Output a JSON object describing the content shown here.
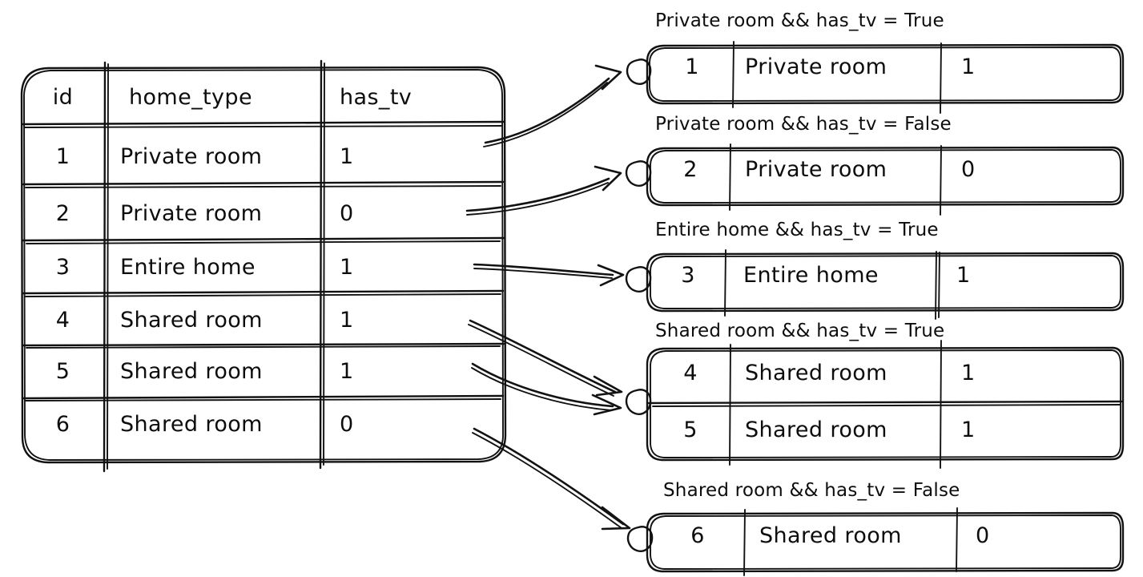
{
  "diagram": {
    "title_text": "",
    "background_color": "#ffffff",
    "ink_color": "#121212",
    "style": "hand-drawn-sketch"
  },
  "source_table": {
    "name": "source-table",
    "columns": [
      "id",
      "home_type",
      "has_tv"
    ],
    "rows": [
      {
        "id": "1",
        "home_type": "Private room",
        "has_tv": "1"
      },
      {
        "id": "2",
        "home_type": "Private room",
        "has_tv": "0"
      },
      {
        "id": "3",
        "home_type": "Entire home",
        "has_tv": "1"
      },
      {
        "id": "4",
        "home_type": "Shared room",
        "has_tv": "1"
      },
      {
        "id": "5",
        "home_type": "Shared room",
        "has_tv": "1"
      },
      {
        "id": "6",
        "home_type": "Shared room",
        "has_tv": "0"
      }
    ]
  },
  "groups": [
    {
      "label": "Private room && has_tv = True",
      "rows": [
        {
          "id": "1",
          "home_type": "Private room",
          "has_tv": "1"
        }
      ]
    },
    {
      "label": "Private room && has_tv = False",
      "rows": [
        {
          "id": "2",
          "home_type": "Private room",
          "has_tv": "0"
        }
      ]
    },
    {
      "label": "Entire home && has_tv = True",
      "rows": [
        {
          "id": "3",
          "home_type": "Entire home",
          "has_tv": "1"
        }
      ]
    },
    {
      "label": "Shared room && has_tv = True",
      "rows": [
        {
          "id": "4",
          "home_type": "Shared room",
          "has_tv": "1"
        },
        {
          "id": "5",
          "home_type": "Shared room",
          "has_tv": "1"
        }
      ]
    },
    {
      "label": "Shared room && has_tv = False",
      "rows": [
        {
          "id": "6",
          "home_type": "Shared room",
          "has_tv": "0"
        }
      ]
    }
  ],
  "connectors": [
    {
      "from_row_id": "1",
      "to_group": 0
    },
    {
      "from_row_id": "2",
      "to_group": 1
    },
    {
      "from_row_id": "3",
      "to_group": 2
    },
    {
      "from_row_id": "4",
      "to_group": 3
    },
    {
      "from_row_id": "5",
      "to_group": 3
    },
    {
      "from_row_id": "6",
      "to_group": 4
    }
  ]
}
